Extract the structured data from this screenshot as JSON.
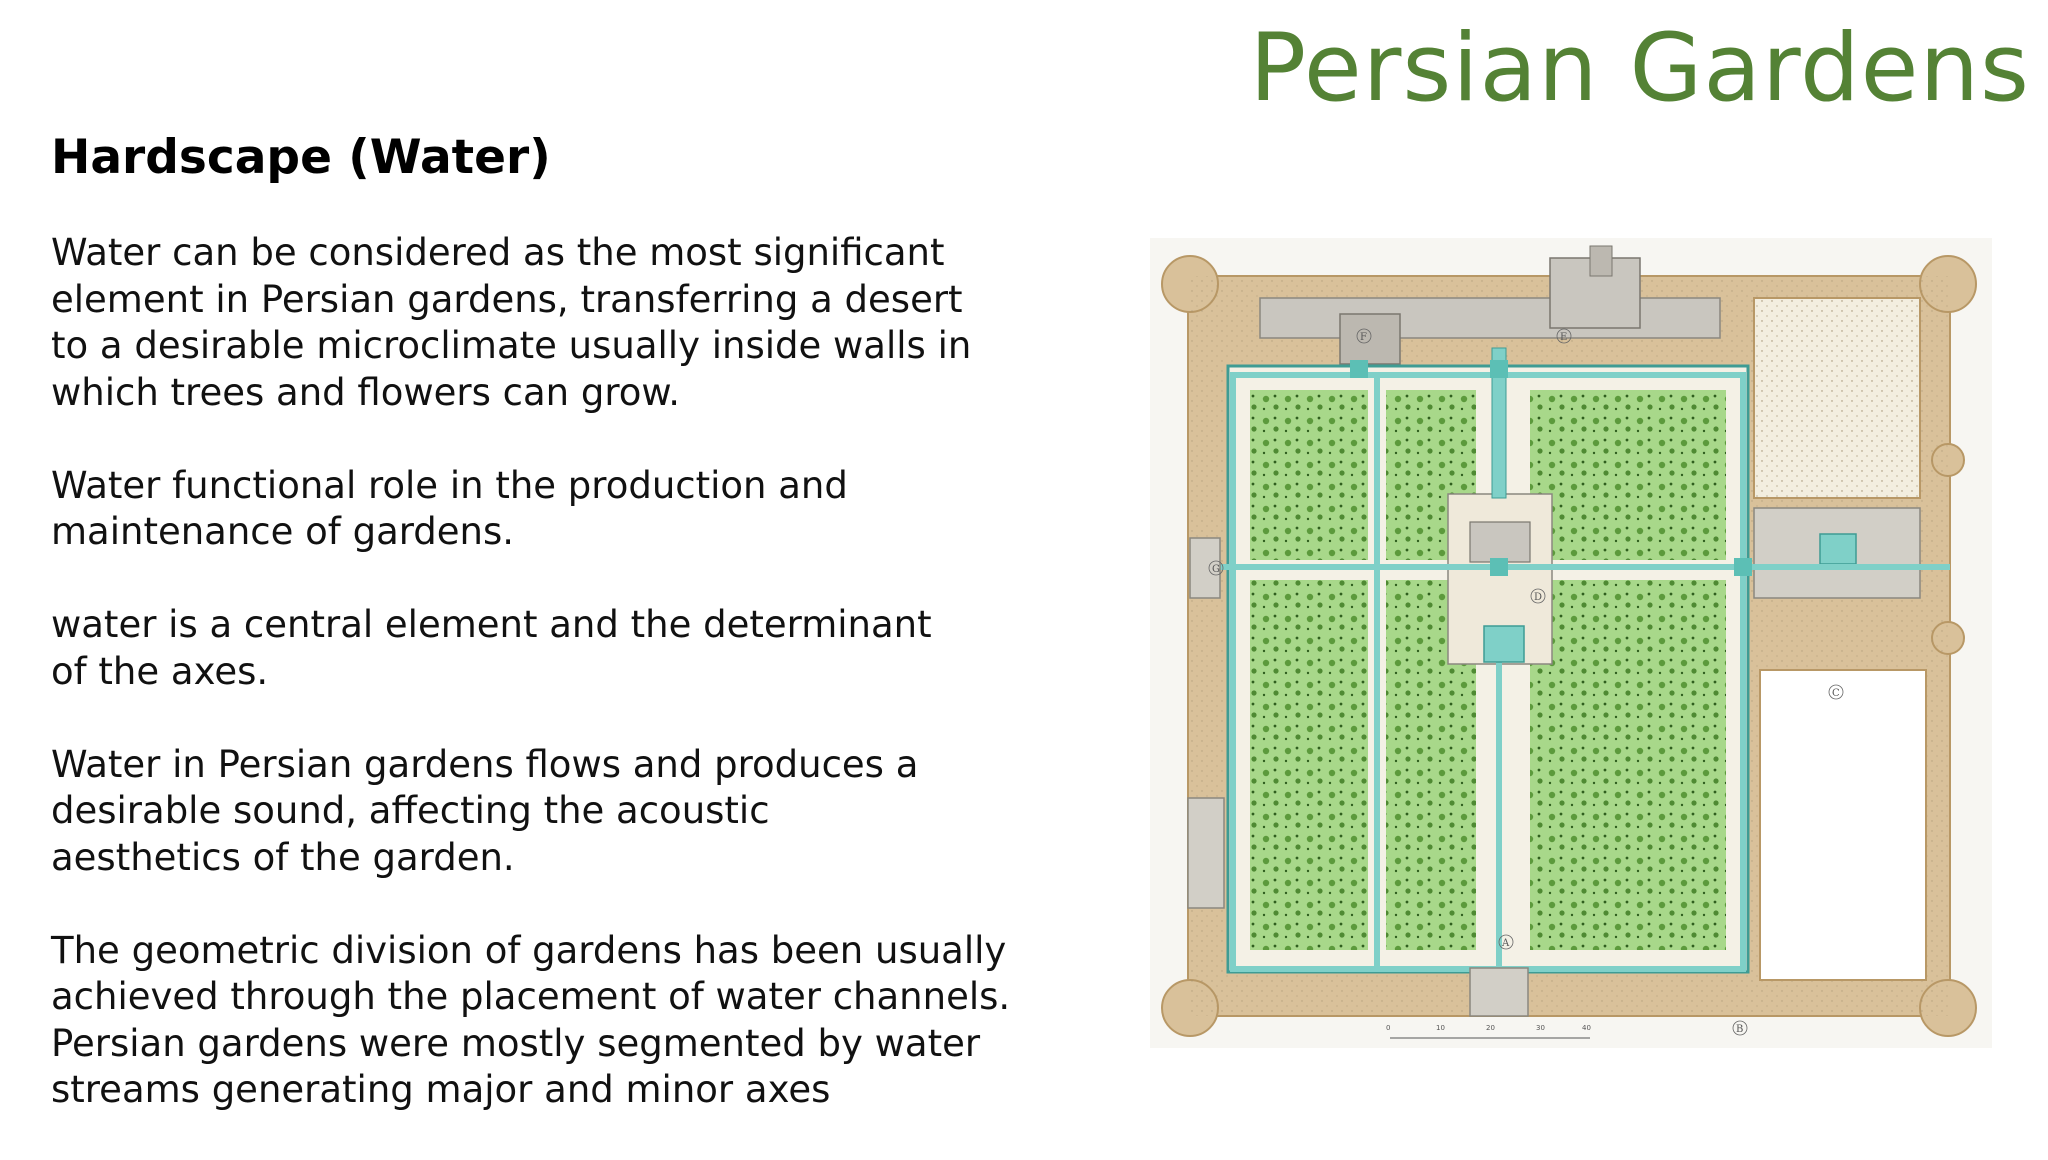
{
  "slide": {
    "title": "Persian Gardens",
    "heading": "Hardscape (Water)"
  },
  "paragraphs": [
    {
      "lines": [
        "Water can be considered as the most significant",
        "element in Persian gardens, transferring a desert",
        "to a desirable microclimate usually inside walls in",
        "which trees and flowers can grow."
      ]
    },
    {
      "lines": [
        "Water functional role in the production and",
        "maintenance of gardens."
      ]
    },
    {
      "lines": [
        "water is a central element and the determinant",
        "of the axes."
      ]
    },
    {
      "lines": [
        "Water in Persian gardens flows and produces a",
        "desirable sound, affecting the acoustic",
        "aesthetics of the garden."
      ]
    },
    {
      "lines": [
        "The geometric division of gardens has been usually",
        "achieved through the placement of water channels.",
        "Persian gardens were mostly segmented by water",
        "streams generating major and minor axes"
      ]
    }
  ],
  "plan": {
    "labels": [
      "A",
      "B",
      "C",
      "D",
      "E",
      "F",
      "G"
    ],
    "scale_marks": [
      "0",
      "10",
      "20",
      "30",
      "40"
    ]
  },
  "colors": {
    "title": "#548235",
    "wall": "#d9c19a",
    "wall_edge": "#b89866",
    "garden": "#a8d88a",
    "water": "#7fd0c8",
    "path": "#f4f1e6"
  }
}
